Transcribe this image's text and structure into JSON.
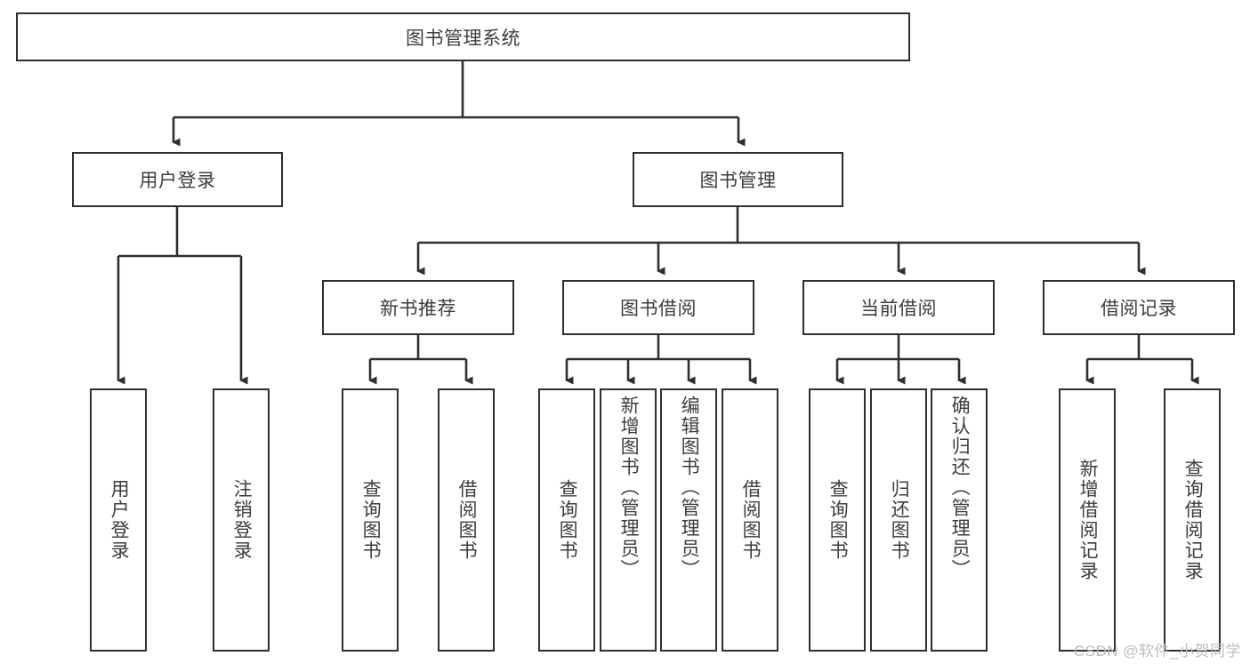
{
  "diagram": {
    "title": "图书管理系统",
    "type": "tree-hierarchy-chart",
    "watermark": "CSDN @软件_小贺同学",
    "colors": {
      "box_border": "#2f2f2f",
      "box_fill": "#ffffff",
      "text": "#3d3d3d",
      "connector": "#2f2f2f",
      "background": "#ffffff",
      "watermark": "#bdbdbd"
    },
    "root": {
      "label": "图书管理系统"
    },
    "level2": [
      {
        "label": "用户登录"
      },
      {
        "label": "图书管理"
      }
    ],
    "level3": [
      {
        "label": "新书推荐"
      },
      {
        "label": "图书借阅"
      },
      {
        "label": "当前借阅"
      },
      {
        "label": "借阅记录"
      }
    ],
    "leaves": {
      "user_login": [
        {
          "label": "用户登录"
        },
        {
          "label": "注销登录"
        }
      ],
      "new_book_recommend": [
        {
          "label": "查询图书"
        },
        {
          "label": "借阅图书"
        }
      ],
      "book_borrow": [
        {
          "label": "查询图书"
        },
        {
          "label": "新增图书（管理员）"
        },
        {
          "label": "编辑图书（管理员）"
        },
        {
          "label": "借阅图书"
        }
      ],
      "current_borrow": [
        {
          "label": "查询图书"
        },
        {
          "label": "归还图书"
        },
        {
          "label": "确认归还（管理员）"
        }
      ],
      "borrow_record": [
        {
          "label": "新增借阅记录"
        },
        {
          "label": "查询借阅记录"
        }
      ]
    }
  }
}
